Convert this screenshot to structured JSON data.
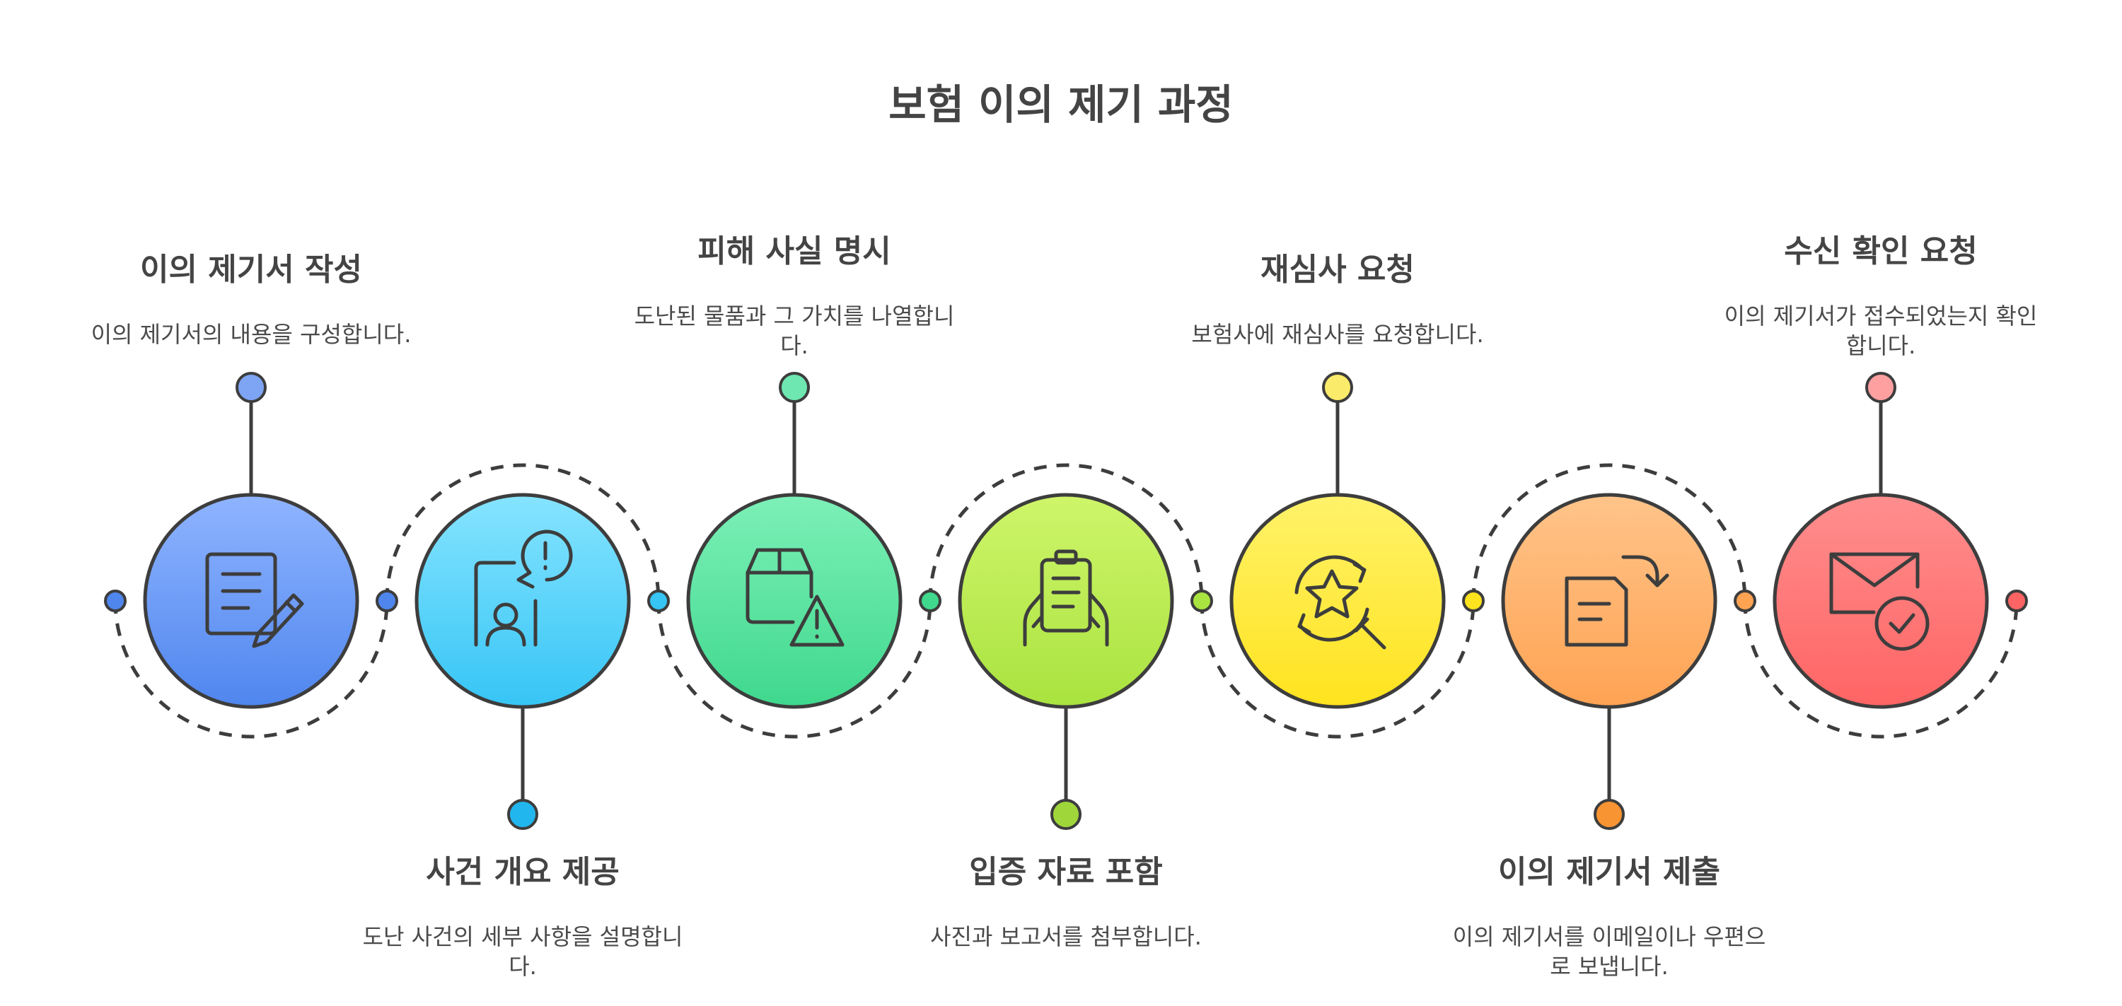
{
  "title": "보험 이의 제기 과정",
  "steps": [
    {
      "id": "draft",
      "label_position": "top",
      "title": "이의 제기서 작성",
      "desc": [
        "이의 제기서의 내용을 구성합니다."
      ],
      "icon": "document-pen-icon",
      "color_top": "#8fb4ff",
      "color_bottom": "#4f86ee",
      "dot_color": "#7ea5f4"
    },
    {
      "id": "overview",
      "label_position": "bottom",
      "title": "사건 개요 제공",
      "desc": [
        "도난 사건의 세부 사항을 설명합니",
        "다."
      ],
      "icon": "phone-person-alert-icon",
      "color_top": "#86e4ff",
      "color_bottom": "#36c5f5",
      "dot_color": "#22b6ef"
    },
    {
      "id": "damage",
      "label_position": "top",
      "title": "피해 사실 명시",
      "desc": [
        "도난된 물품과 그 가치를 나열합니",
        "다."
      ],
      "icon": "box-warning-icon",
      "color_top": "#7df0b8",
      "color_bottom": "#3fd88d",
      "dot_color": "#6ee8b0"
    },
    {
      "id": "evidence",
      "label_position": "bottom",
      "title": "입증 자료 포함",
      "desc": [
        "사진과 보고서를 첨부합니다."
      ],
      "icon": "clipboard-hands-icon",
      "color_top": "#cff56a",
      "color_bottom": "#a9e33f",
      "dot_color": "#9fd73a"
    },
    {
      "id": "review",
      "label_position": "top",
      "title": "재심사 요청",
      "desc": [
        "보험사에 재심사를 요청합니다."
      ],
      "icon": "star-magnifier-icon",
      "color_top": "#fff26a",
      "color_bottom": "#ffe31e",
      "dot_color": "#fbeb6a"
    },
    {
      "id": "submit",
      "label_position": "bottom",
      "title": "이의 제기서 제출",
      "desc": [
        "이의 제기서를 이메일이나 우편으",
        "로 보냅니다."
      ],
      "icon": "document-send-icon",
      "color_top": "#ffc48a",
      "color_bottom": "#ffa353",
      "dot_color": "#f99432"
    },
    {
      "id": "confirm",
      "label_position": "top",
      "title": "수신 확인 요청",
      "desc": [
        "이의 제기서가 접수되었는지 확인",
        "합니다."
      ],
      "icon": "mail-check-icon",
      "color_top": "#ff8e8e",
      "color_bottom": "#ff6464",
      "dot_color": "#ffa0a0"
    }
  ]
}
